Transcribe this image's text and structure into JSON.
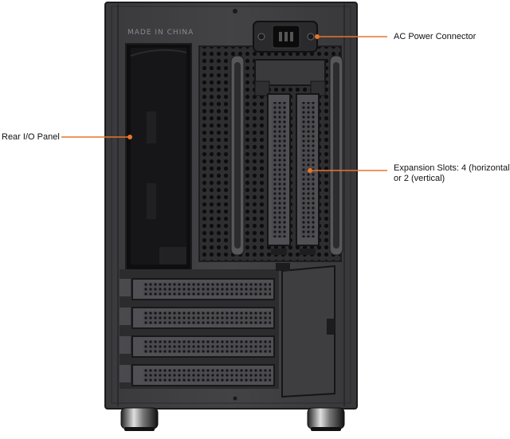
{
  "case": {
    "emboss_text": "MADE IN CHINA"
  },
  "callouts": {
    "ac_power": "AC Power Connector",
    "rear_io": "Rear I/O Panel",
    "expansion_line1": "Expansion Slots: 4 (horizontal)",
    "expansion_line2": "or 2 (vertical)"
  },
  "colors": {
    "case_body": "#3c3c3f",
    "accent_leader": "#e8742a",
    "background": "#ffffff"
  }
}
